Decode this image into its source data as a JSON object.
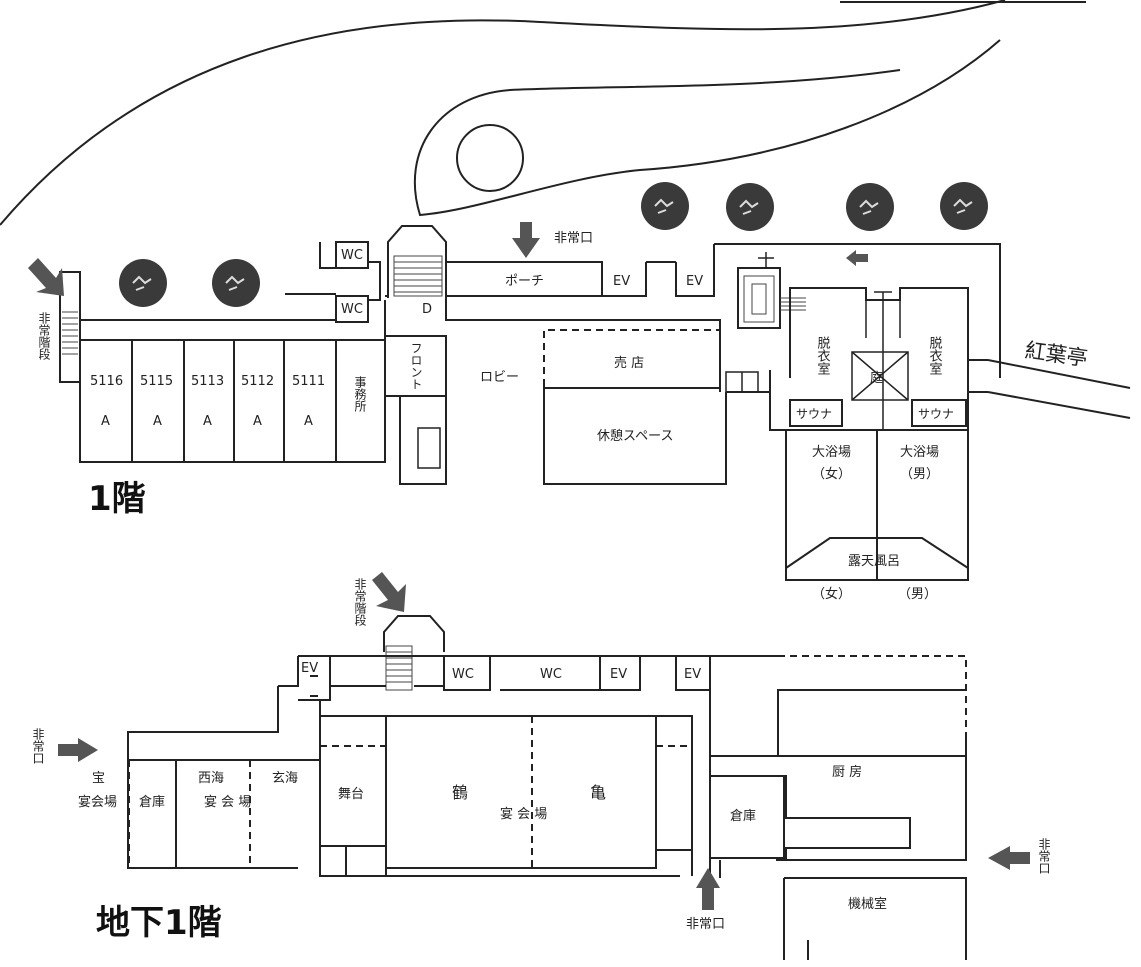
{
  "floor1": {
    "title": "1階",
    "rooms": {
      "wc_top": "WC",
      "wc_bottom": "WC",
      "d": "D",
      "emergency_exit": "非常口",
      "porch": "ポーチ",
      "ev1": "EV",
      "ev2": "EV",
      "emergency_stairs": "非常階段",
      "r5116": "5116",
      "r5115": "5115",
      "r5113": "5113",
      "r5112": "5112",
      "r5111": "5111",
      "type_a": "A",
      "office": "事務所",
      "front": "フロント",
      "lobby": "ロビー",
      "shop": "売 店",
      "lounge": "休憩スペース",
      "changing_left": "脱衣室",
      "changing_right": "脱衣室",
      "garden": "庭",
      "sauna_left": "サウナ",
      "sauna_right": "サウナ",
      "bath_women": "大浴場",
      "bath_women_sub": "（女）",
      "bath_men": "大浴場",
      "bath_men_sub": "（男）",
      "outdoor_bath": "露天風呂",
      "outdoor_women": "（女）",
      "outdoor_men": "（男）",
      "koyotei": "紅葉亭"
    }
  },
  "basement1": {
    "title": "地下1階",
    "rooms": {
      "emergency_stairs": "非常階段",
      "ev1": "EV",
      "wc1": "WC",
      "wc2": "WC",
      "ev2": "EV",
      "ev3": "EV",
      "exit_left": "非常口",
      "takara": "宝",
      "takara_hall": "宴会場",
      "storage_left": "倉庫",
      "saikai": "西海",
      "genkai": "玄海",
      "saikai_genkai_hall": "宴 会 場",
      "stage": "舞台",
      "tsuru": "鶴",
      "kame": "亀",
      "tsurukame_hall": "宴 会 場",
      "kitchen": "厨 房",
      "storage_right": "倉庫",
      "exit_right": "非常口",
      "exit_bottom": "非常口",
      "machine_room": "機械室"
    }
  }
}
